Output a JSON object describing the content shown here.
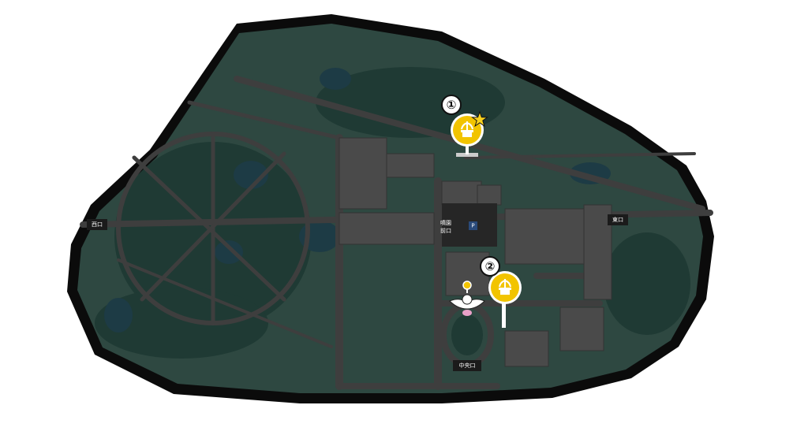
{
  "map": {
    "colors": {
      "outline": "#0b0b0b",
      "land": "#2e4841",
      "green": "#1f3a34",
      "water": "#1d3b45",
      "path": "#3e3e3e",
      "building": "#4a4a4a",
      "dark_building": "#262626",
      "marker": "#f2c400",
      "marker_ring": "#ffffff"
    },
    "gates": {
      "west": "西口",
      "east": "東口",
      "central": "中央口"
    },
    "labels": {
      "parking": "P",
      "museum_line1": "噴園",
      "museum_line2": "前口"
    },
    "markers": [
      {
        "number": "①",
        "icon": "fountain-icon",
        "starred": true
      },
      {
        "number": "②",
        "icon": "fountain-icon",
        "starred": false
      }
    ],
    "small_marker": {
      "icon": "person-pin-icon"
    },
    "statue": {
      "icon": "winged-statue-icon"
    },
    "star": {
      "icon": "star-icon",
      "color": "#f7d21e"
    }
  }
}
